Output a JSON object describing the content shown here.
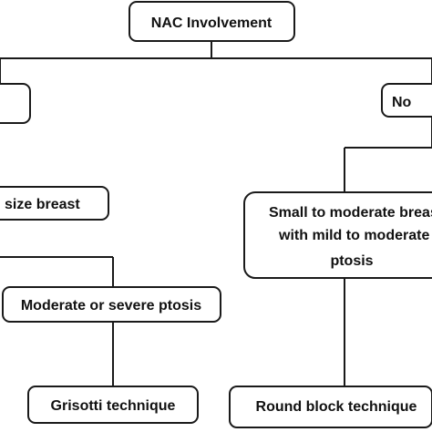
{
  "nodes": {
    "root": {
      "label": "NAC Involvement"
    },
    "left_branch": {
      "label": ""
    },
    "right_branch": {
      "label": "No"
    },
    "left_size": {
      "label": "size breast"
    },
    "right_size": {
      "lines": [
        "Small to moderate breast",
        "with mild to moderate",
        "ptosis"
      ]
    },
    "ptosis": {
      "label": "Moderate or severe ptosis"
    },
    "grisotti": {
      "label": "Grisotti technique"
    },
    "round_block": {
      "label": "Round block technique"
    }
  }
}
